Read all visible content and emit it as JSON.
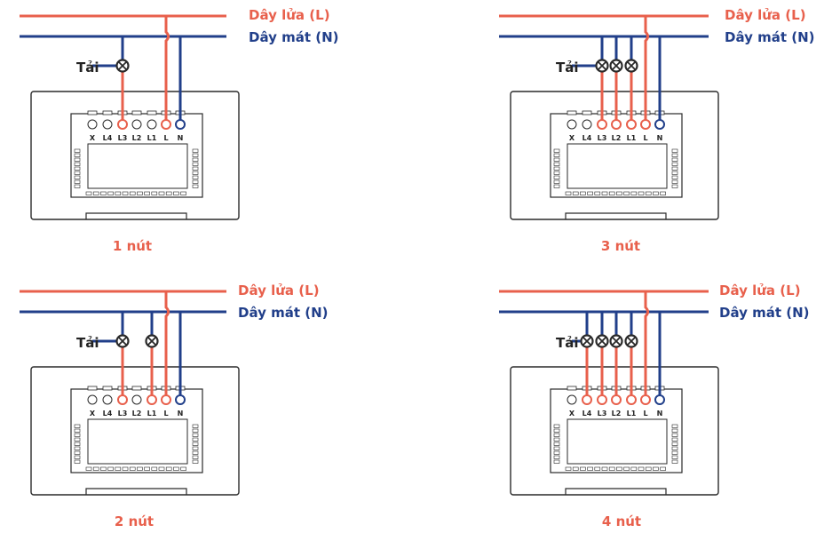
{
  "colors": {
    "live": "#e8604c",
    "neutral": "#213f8a",
    "outline": "#2a2a2a",
    "text": "#222222"
  },
  "labels": {
    "live": "Dây lửa (L)",
    "neutral": "Dây mát (N)",
    "load": "Tải"
  },
  "terminals": [
    "X",
    "L4",
    "L3",
    "L2",
    "L1",
    "L",
    "N"
  ],
  "diagrams": [
    {
      "caption": "1 nút",
      "loads": 1
    },
    {
      "caption": "3 nút",
      "loads": 3
    },
    {
      "caption": "2 nút",
      "loads": 2
    },
    {
      "caption": "4 nút",
      "loads": 4
    }
  ]
}
